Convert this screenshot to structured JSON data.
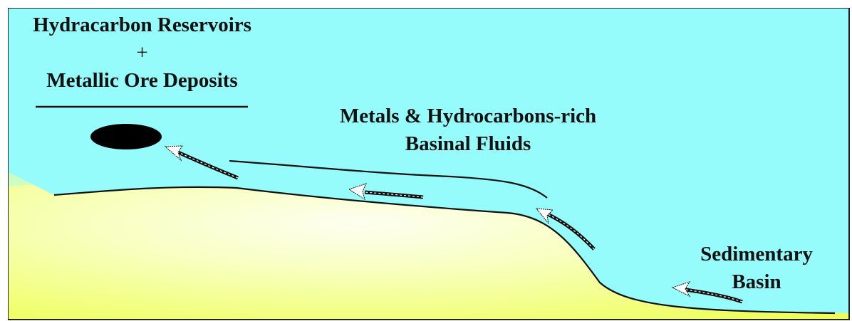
{
  "diagram": {
    "title": {
      "line1": "Hydracarbon Reservoirs",
      "line2": "+",
      "line3": "Metallic Ore Deposits"
    },
    "fluids_label": {
      "line1": "Metals & Hydrocarbons-rich",
      "line2": "Basinal Fluids"
    },
    "basin_label": {
      "line1": "Sedimentary",
      "line2": "Basin"
    },
    "elements": {
      "reservoir_shape": "black-ellipse",
      "flow_arrows": 4,
      "flow_direction": "up-dip toward reservoir"
    },
    "colors": {
      "sky": "#96fbfb",
      "sediment_light": "#fdffe0",
      "sediment_dark": "#eeff55",
      "line": "#111111"
    }
  }
}
